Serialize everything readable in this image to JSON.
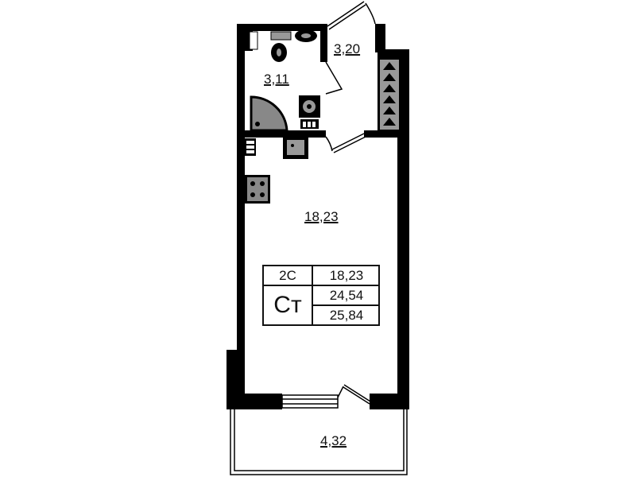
{
  "rooms": {
    "hall_area": "3,20",
    "bathroom_area": "3,11",
    "main_room_area": "18,23",
    "balcony_area": "4,32"
  },
  "summary_table": {
    "code": "2C",
    "type": "Ст",
    "living_area": "18,23",
    "total_area": "24,54",
    "total_area_with_balcony": "25,84"
  },
  "colors": {
    "wall": "#000000",
    "fixture": "#8c8c8c"
  }
}
